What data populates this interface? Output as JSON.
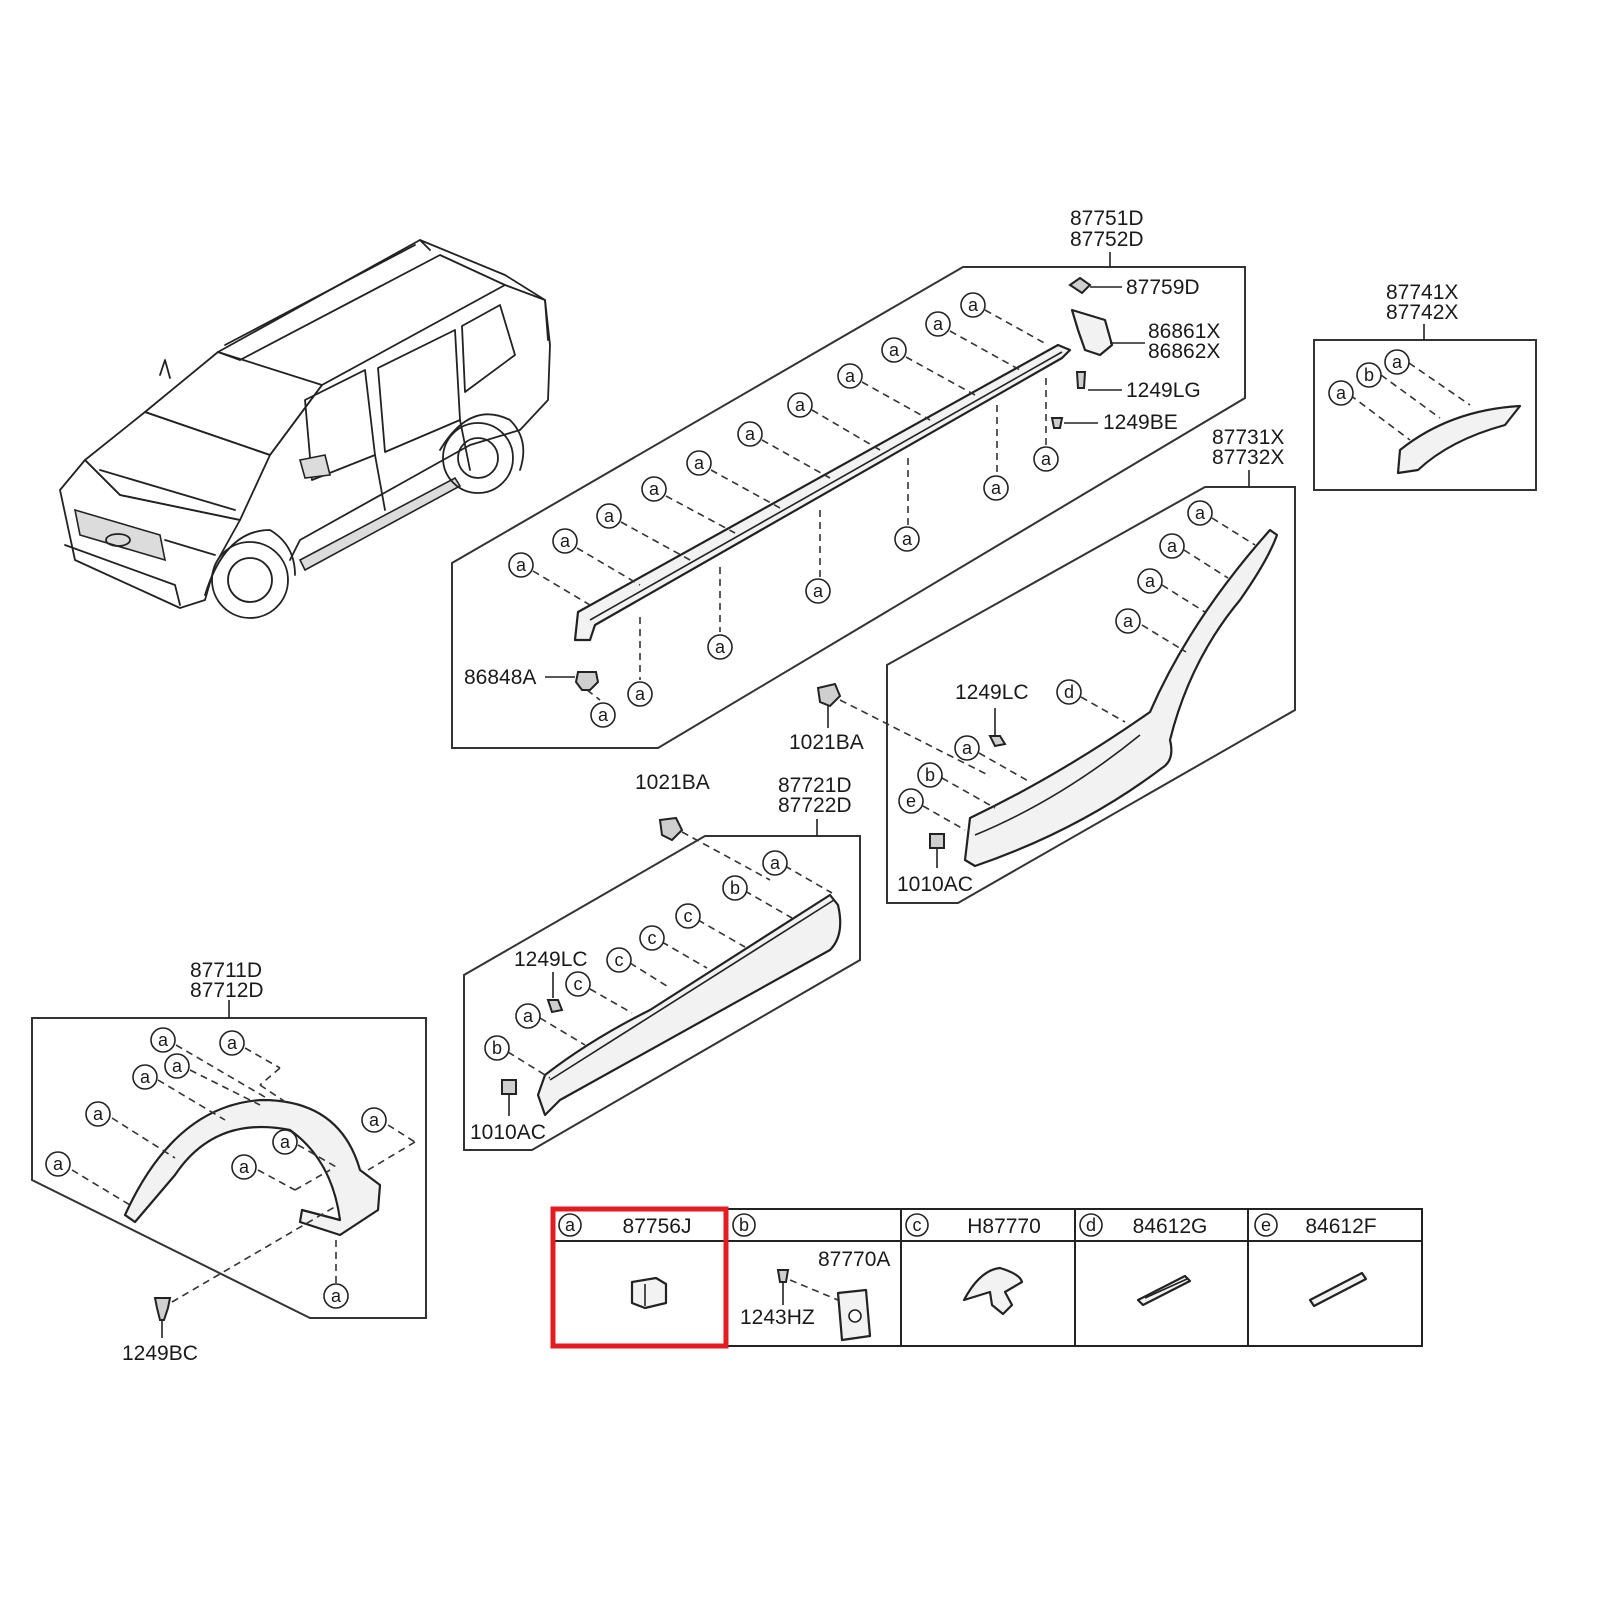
{
  "accent_color": "#e31b23",
  "callout_labels": {
    "a": "a",
    "b": "b",
    "c": "c",
    "d": "d",
    "e": "e"
  },
  "part_numbers": {
    "p87751D": "87751D",
    "p87752D": "87752D",
    "p87759D": "87759D",
    "p86861X": "86861X",
    "p86862X": "86862X",
    "p1249LG": "1249LG",
    "p1249BE": "1249BE",
    "p86848A": "86848A",
    "p87741X": "87741X",
    "p87742X": "87742X",
    "p87731X": "87731X",
    "p87732X": "87732X",
    "p1249LC_rear": "1249LC",
    "p1021BA_rear": "1021BA",
    "p1010AC_rear": "1010AC",
    "p1021BA_front": "1021BA",
    "p87721D": "87721D",
    "p87722D": "87722D",
    "p1249LC_front": "1249LC",
    "p1010AC_front": "1010AC",
    "p87711D": "87711D",
    "p87712D": "87712D",
    "p1249BC": "1249BC"
  },
  "legend_table": {
    "cells": [
      {
        "key": "a",
        "part": "87756J"
      },
      {
        "key": "b",
        "part": ""
      },
      {
        "key": "c",
        "part": "H87770"
      },
      {
        "key": "d",
        "part": "84612G"
      },
      {
        "key": "e",
        "part": "84612F"
      }
    ],
    "b_sub_parts": {
      "upper": "87770A",
      "lower": "1243HZ"
    },
    "highlighted_cell": "a"
  }
}
